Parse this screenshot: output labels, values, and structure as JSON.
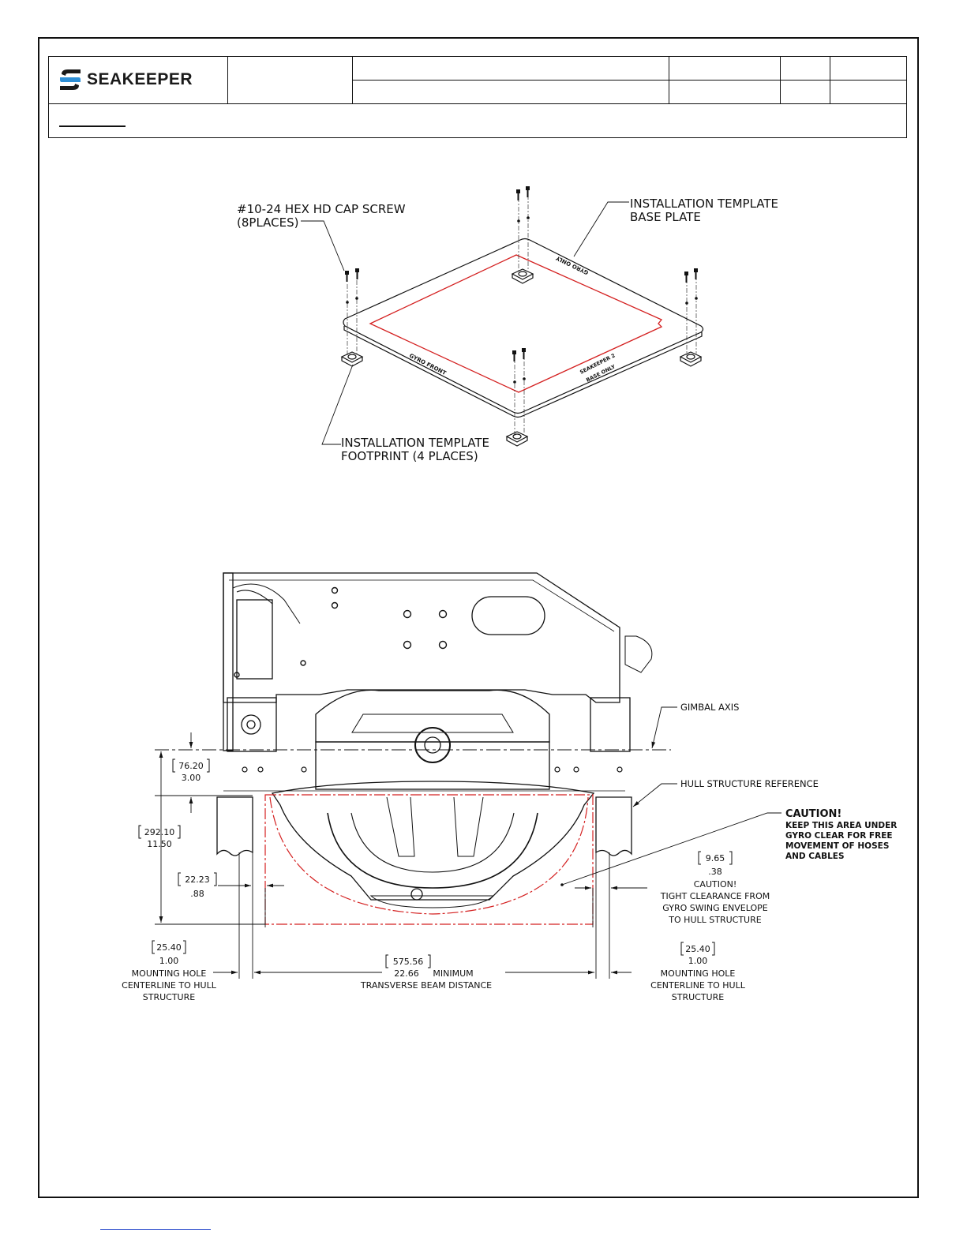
{
  "title_block": {
    "company": "SEAKEEPER",
    "cells": [
      "",
      "",
      "",
      "",
      "",
      "",
      "",
      "",
      ""
    ]
  },
  "iso_callouts": {
    "screw_line1": "#10-24 HEX HD CAP SCREW",
    "screw_line2": "(8PLACES)",
    "base_line1": "INSTALLATION TEMPLATE",
    "base_line2": "BASE PLATE",
    "foot_line1": "INSTALLATION TEMPLATE",
    "foot_line2": "FOOTPRINT (4 PLACES)",
    "plate_text_front": "GYRO FRONT",
    "plate_text_top": "GYRO ONLY",
    "plate_text_right1": "SEAKEEPER 2",
    "plate_text_right2": "BASE ONLY"
  },
  "front_view": {
    "gimbal_axis": "GIMBAL AXIS",
    "hull_ref": "HULL STRUCTURE REFERENCE",
    "caution_title": "CAUTION!",
    "caution_lines": [
      "KEEP THIS AREA UNDER",
      "GYRO CLEAR FOR FREE",
      "MOVEMENT OF HOSES",
      "AND CABLES"
    ],
    "dim_76_mm": "76.20",
    "dim_76_in": "3.00",
    "dim_292_mm": "292.10",
    "dim_292_in": "11.50",
    "dim_22_mm": "22.23",
    "dim_22_in": ".88",
    "dim_965_mm": "9.65",
    "dim_965_in": ".38",
    "tight_lines": [
      "CAUTION!",
      "TIGHT CLEARANCE FROM",
      "GYRO SWING ENVELOPE",
      "TO HULL STRUCTURE"
    ],
    "left_mount_mm": "25.40",
    "left_mount_in": "1.00",
    "left_mount_lines": [
      "MOUNTING HOLE",
      "CENTERLINE TO HULL",
      "STRUCTURE"
    ],
    "beam_mm": "575.56",
    "beam_in": "22.66",
    "beam_min": "MINIMUM",
    "beam_label": "TRANSVERSE BEAM DISTANCE",
    "right_mount_mm": "25.40",
    "right_mount_in": "1.00",
    "right_mount_lines": [
      "MOUNTING HOLE",
      "CENTERLINE TO HULL",
      "STRUCTURE"
    ]
  },
  "colors": {
    "envelope": "#d42020",
    "line": "#111111",
    "link": "#1a3cc8"
  }
}
